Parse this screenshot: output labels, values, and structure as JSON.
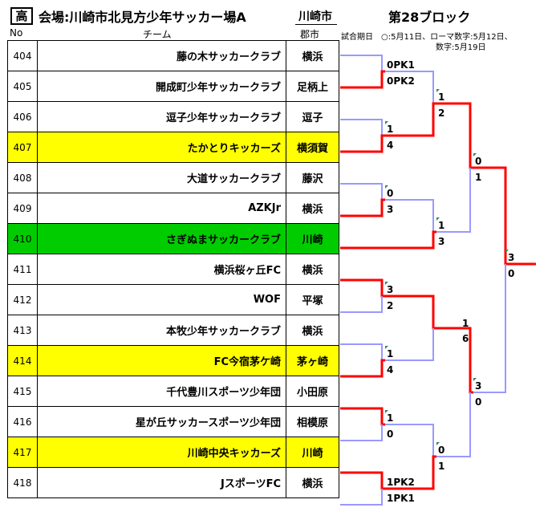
{
  "header": {
    "category": "高",
    "venue": "会場:川崎市北見方少年サッカー場A",
    "city": "川崎市",
    "block": "第28ブロック"
  },
  "columns": {
    "no": "No",
    "team": "チーム",
    "city": "郡市"
  },
  "notes": {
    "line1": "試合期日　○:5月11日、ローマ数字:5月12日、",
    "line2": "数字:5月19日"
  },
  "colors": {
    "winner_line": "#ff0000",
    "loser_line": "#9999ff",
    "yellow_row": "#ffff00",
    "green_row": "#00cc00"
  },
  "teams": [
    {
      "no": "404",
      "name": "藤の木サッカークラブ",
      "city": "横浜",
      "highlight": ""
    },
    {
      "no": "405",
      "name": "開成町少年サッカークラブ",
      "city": "足柄上",
      "highlight": ""
    },
    {
      "no": "406",
      "name": "逗子少年サッカークラブ",
      "city": "逗子",
      "highlight": ""
    },
    {
      "no": "407",
      "name": "たかとりキッカーズ",
      "city": "横須賀",
      "highlight": "yellow"
    },
    {
      "no": "408",
      "name": "大道サッカークラブ",
      "city": "藤沢",
      "highlight": ""
    },
    {
      "no": "409",
      "name": "AZKJr",
      "city": "横浜",
      "highlight": ""
    },
    {
      "no": "410",
      "name": "さぎぬまサッカークラブ",
      "city": "川崎",
      "highlight": "green"
    },
    {
      "no": "411",
      "name": "横浜桜ヶ丘FC",
      "city": "横浜",
      "highlight": ""
    },
    {
      "no": "412",
      "name": "WOF",
      "city": "平塚",
      "highlight": ""
    },
    {
      "no": "413",
      "name": "本牧少年サッカークラブ",
      "city": "横浜",
      "highlight": ""
    },
    {
      "no": "414",
      "name": "FC今宿茅ケ崎",
      "city": "茅ヶ崎",
      "highlight": "yellow"
    },
    {
      "no": "415",
      "name": "千代豊川スポーツ少年団",
      "city": "小田原",
      "highlight": ""
    },
    {
      "no": "416",
      "name": "星が丘サッカースポーツ少年団",
      "city": "相模原",
      "highlight": ""
    },
    {
      "no": "417",
      "name": "川崎中央キッカーズ",
      "city": "川崎",
      "highlight": "yellow"
    },
    {
      "no": "418",
      "name": "JスポーツFC",
      "city": "横浜",
      "highlight": ""
    }
  ],
  "scores": [
    {
      "id": "r1a-top",
      "text": "0PK1"
    },
    {
      "id": "r1a-bot",
      "text": "0PK2"
    },
    {
      "id": "r1b-top",
      "text": "1"
    },
    {
      "id": "r1b-bot",
      "text": "4"
    },
    {
      "id": "r1c-top",
      "text": "0"
    },
    {
      "id": "r1c-bot",
      "text": "3"
    },
    {
      "id": "r1d-top",
      "text": "3"
    },
    {
      "id": "r1d-bot",
      "text": "2"
    },
    {
      "id": "r1e-top",
      "text": "1"
    },
    {
      "id": "r1e-bot",
      "text": "4"
    },
    {
      "id": "r1f-top",
      "text": "1"
    },
    {
      "id": "r1f-bot",
      "text": "0"
    },
    {
      "id": "r1g-top",
      "text": "1PK2"
    },
    {
      "id": "r1g-bot",
      "text": "1PK1"
    },
    {
      "id": "r2a-top",
      "text": "1"
    },
    {
      "id": "r2a-bot",
      "text": "2"
    },
    {
      "id": "r2b-top",
      "text": "1"
    },
    {
      "id": "r2b-bot",
      "text": "3"
    },
    {
      "id": "r2c-top",
      "text": "1"
    },
    {
      "id": "r2c-bot",
      "text": "6"
    },
    {
      "id": "r2d-top",
      "text": "0"
    },
    {
      "id": "r2d-bot",
      "text": "1"
    },
    {
      "id": "r3a-top",
      "text": "0"
    },
    {
      "id": "r3a-bot",
      "text": "1"
    },
    {
      "id": "r3b-top",
      "text": "3"
    },
    {
      "id": "r3b-bot",
      "text": "0"
    },
    {
      "id": "final-top",
      "text": "3"
    },
    {
      "id": "final-bot",
      "text": "0"
    }
  ]
}
